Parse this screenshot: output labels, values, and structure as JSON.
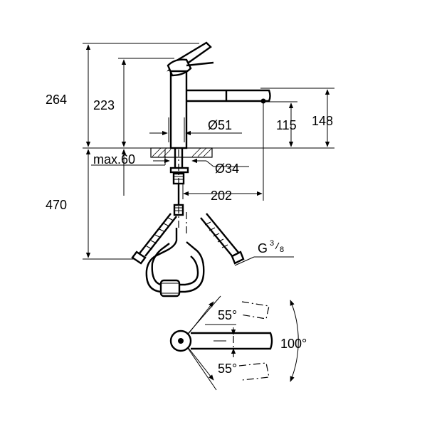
{
  "dimensions": {
    "total_height": "264",
    "spout_height": "223",
    "body_diameter": "Ø51",
    "outlet_height": "115",
    "outlet_top_height": "148",
    "max_deck": "max.60",
    "hole_diameter": "Ø34",
    "reach": "202",
    "below_deck": "470",
    "thread": "G",
    "thread_num": "3",
    "thread_den": "8"
  },
  "plan_view": {
    "swivel_upper": "55°",
    "swivel_lower": "55°",
    "swivel_total": "100°"
  }
}
